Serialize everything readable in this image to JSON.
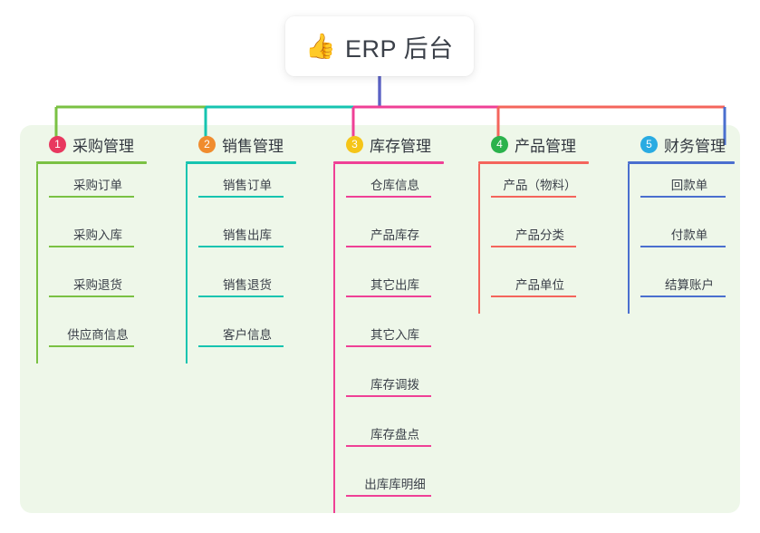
{
  "root": {
    "icon": "thumbs-up-icon",
    "emoji": "👍",
    "title": "ERP 后台"
  },
  "diagram": {
    "type": "mind-map",
    "panel_color": "#eef7e9",
    "stem_color": "#5b62c4",
    "columns": [
      {
        "number": "1",
        "title": "采购管理",
        "badge_color": "#e8385f",
        "line_color": "#7ac143",
        "items": [
          "采购订单",
          "采购入库",
          "采购退货",
          "供应商信息"
        ]
      },
      {
        "number": "2",
        "title": "销售管理",
        "badge_color": "#f08c2e",
        "line_color": "#16c4b0",
        "items": [
          "销售订单",
          "销售出库",
          "销售退货",
          "客户信息"
        ]
      },
      {
        "number": "3",
        "title": "库存管理",
        "badge_color": "#f5c518",
        "line_color": "#ef4096",
        "items": [
          "仓库信息",
          "产品库存",
          "其它出库",
          "其它入库",
          "库存调拨",
          "库存盘点",
          "出库库明细"
        ]
      },
      {
        "number": "4",
        "title": "产品管理",
        "badge_color": "#2bb24c",
        "line_color": "#f4655c",
        "items": [
          "产品（物料）",
          "产品分类",
          "产品单位"
        ]
      },
      {
        "number": "5",
        "title": "财务管理",
        "badge_color": "#29abe2",
        "line_color": "#4a6fcf",
        "items": [
          "回款单",
          "付款单",
          "结算账户"
        ]
      }
    ]
  }
}
